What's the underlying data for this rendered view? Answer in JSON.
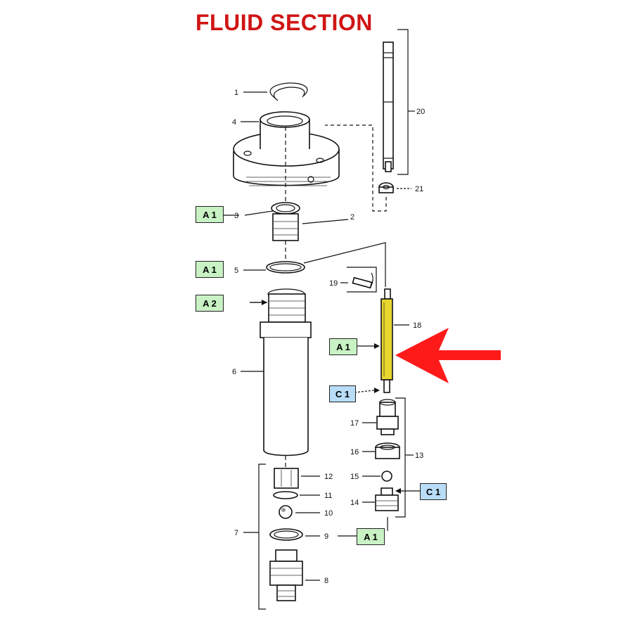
{
  "title": "FLUID SECTION",
  "colors": {
    "title": "#d01515",
    "arrow": "#ff1a1a",
    "highlight": "#e8d630",
    "tag_a": "#c9f2c4",
    "tag_c": "#b9dcf7"
  },
  "part_numbers": {
    "p1": "1",
    "p2": "2",
    "p3": "3",
    "p4": "4",
    "p5": "5",
    "p6": "6",
    "p7": "7",
    "p8": "8",
    "p9": "9",
    "p10": "10",
    "p11": "11",
    "p12": "12",
    "p13": "13",
    "p14": "14",
    "p15": "15",
    "p16": "16",
    "p17": "17",
    "p18": "18",
    "p19": "19",
    "p20": "20",
    "p21": "21"
  },
  "tags": {
    "a1_top": "A 1",
    "a1_gasket": "A 1",
    "a2": "A 2",
    "a1_rod": "A 1",
    "c1_rod": "C 1",
    "c1_valve": "C 1",
    "a1_bottom": "A 1"
  },
  "highlighted_part": "18",
  "arrow_icon": "left-arrow"
}
